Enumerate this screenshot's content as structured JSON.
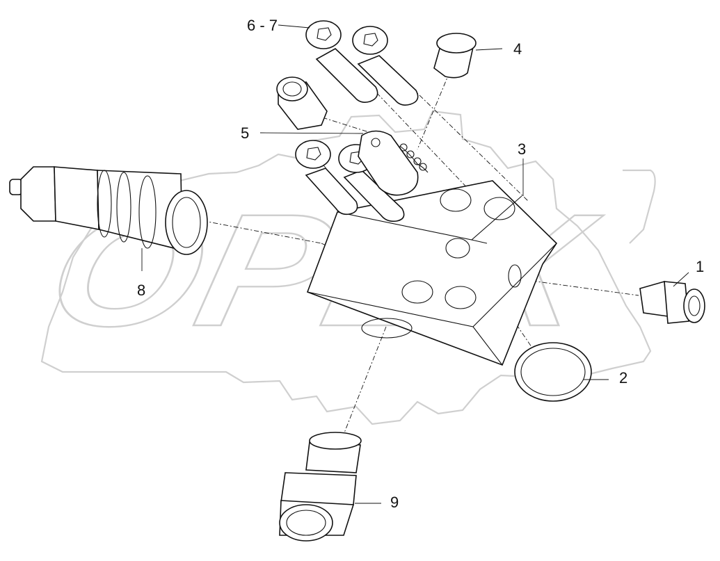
{
  "callouts": {
    "c1": "1",
    "c2": "2",
    "c3": "3",
    "c4": "4",
    "c5": "5",
    "c67": "6 - 7",
    "c8": "8",
    "c9": "9"
  },
  "watermark": {
    "text": "OPEX"
  },
  "colors": {
    "line": "#111111",
    "watermark": "#cfcfcf",
    "background": "#ffffff"
  }
}
